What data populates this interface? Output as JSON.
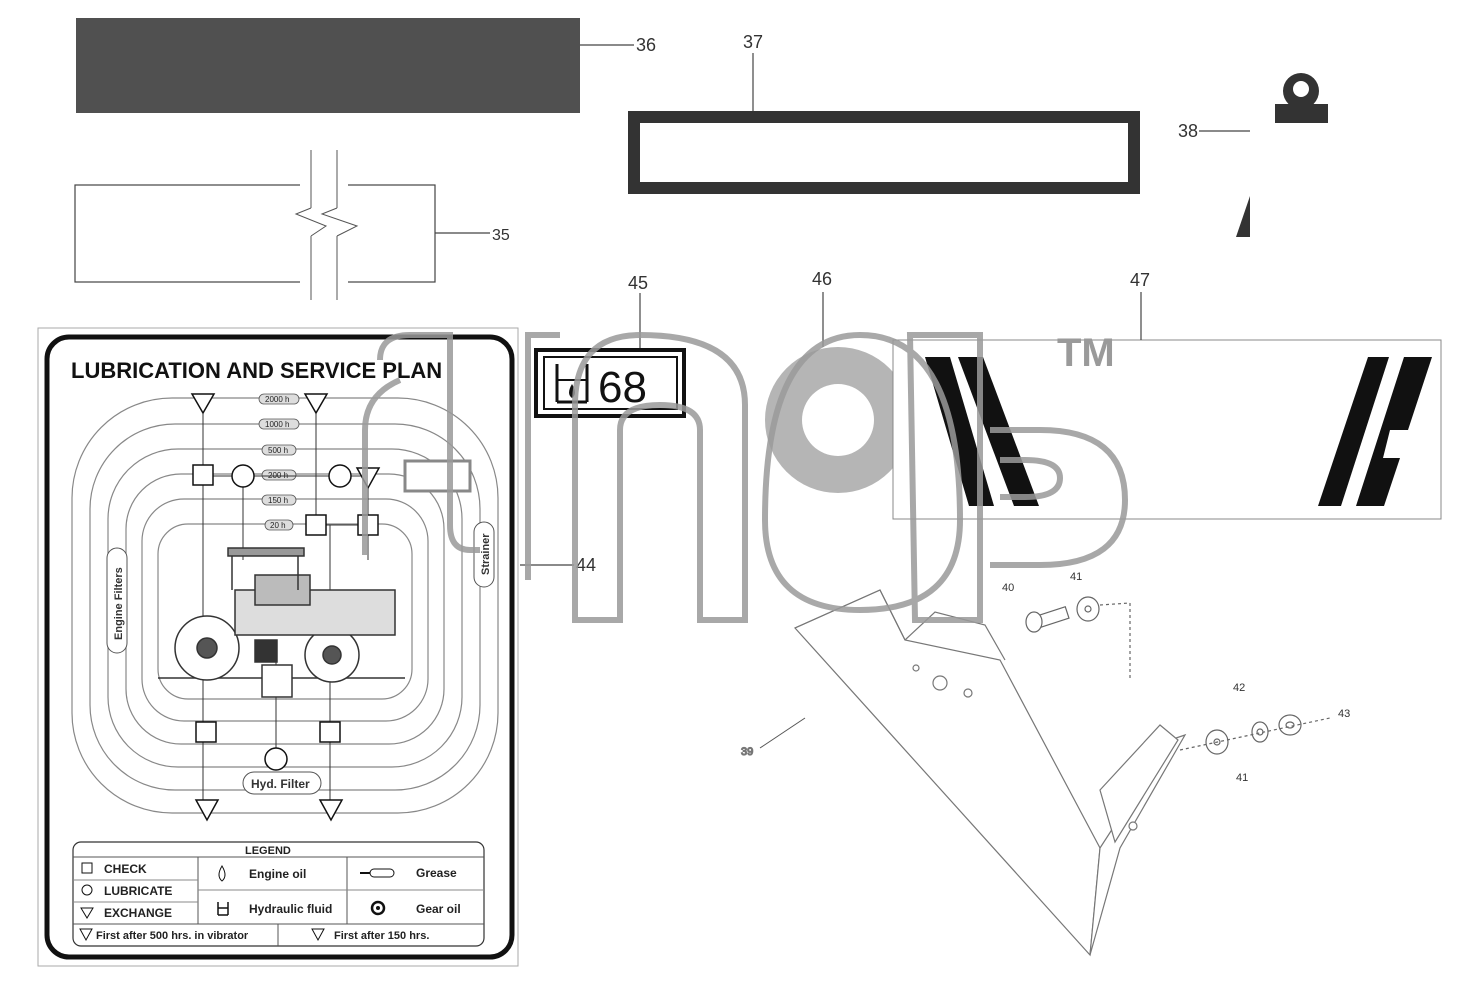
{
  "callouts": {
    "c35": "35",
    "c36": "36",
    "c37": "37",
    "c38": "38",
    "c39": "39",
    "c40": "40",
    "c41a": "41",
    "c41b": "41",
    "c42": "42",
    "c43": "43",
    "c44": "44",
    "c45": "45",
    "c46": "46",
    "c47": "47"
  },
  "plan": {
    "title": "LUBRICATION AND SERVICE PLAN",
    "hours": [
      "2000 h",
      "1000 h",
      "500 h",
      "200 h",
      "150 h",
      "20 h"
    ],
    "engine_filters": "Engine Filters",
    "strainer": "Strainer",
    "hyd_filter": "Hyd. Filter",
    "legend": {
      "heading": "LEGEND",
      "check": "CHECK",
      "lubricate": "LUBRICATE",
      "exchange": "EXCHANGE",
      "engine_oil": "Engine oil",
      "hydraulic_fluid": "Hydraulic fluid",
      "grease": "Grease",
      "gear_oil": "Gear oil",
      "first_500": "First after 500 hrs. in vibrator",
      "first_150": "First after 150 hrs."
    }
  },
  "decal45": {
    "value": "68"
  },
  "decal47": {
    "tm": "TM"
  },
  "colors": {
    "decal_dark": "#505050",
    "line": "#444444",
    "watermark": "#9a9a9a"
  }
}
